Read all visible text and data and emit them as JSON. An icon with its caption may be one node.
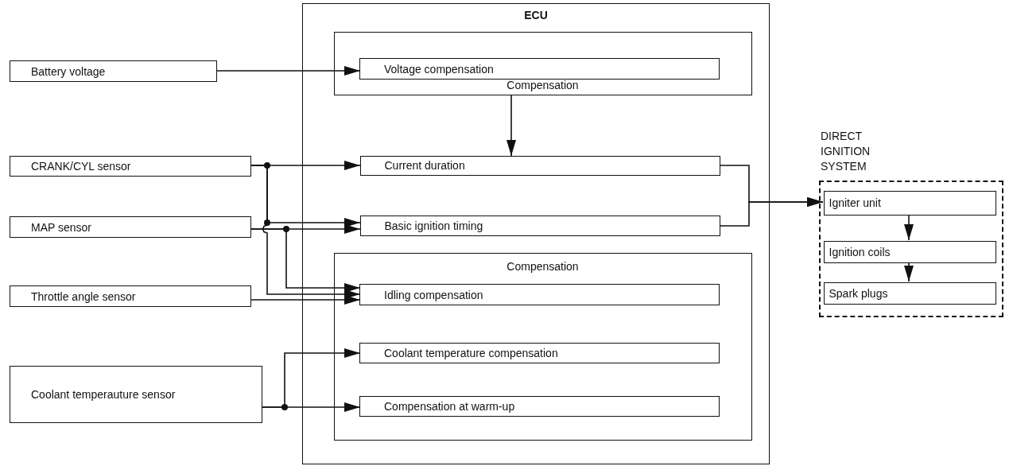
{
  "diagram": {
    "nodes": [
      {
        "text": [
          "ECU"
        ]
      },
      {
        "text": [
          "Compensation"
        ],
        "in": 0
      },
      {
        "text": [
          "Voltage compensation"
        ],
        "in": 1
      },
      {
        "text": [
          "Current duration"
        ],
        "in": 0
      },
      {
        "text": [
          "Basic ignition timing"
        ],
        "in": 0
      },
      {
        "text": [
          "Compensation"
        ],
        "in": 0
      },
      {
        "text": [
          "Idling compensation"
        ],
        "in": 5
      },
      {
        "text": [
          "Coolant temperature compensation"
        ],
        "in": 5
      },
      {
        "text": [
          "Compensation at warm-up"
        ],
        "in": 5
      },
      {
        "text": [
          "Battery voltage"
        ]
      },
      {
        "text": [
          "CRANK/CYL sensor"
        ]
      },
      {
        "text": [
          "MAP sensor"
        ]
      },
      {
        "text": [
          "Throttle angle sensor"
        ]
      },
      {
        "text": [
          "Coolant temperauture sensor"
        ]
      },
      {
        "text": [
          "DIRECT IGNITION SYSTEM"
        ]
      },
      {
        "text": [
          "Igniter unit"
        ],
        "in": 14
      },
      {
        "text": [
          "Ignition coils"
        ],
        "in": 14
      },
      {
        "text": [
          "Spark plugs"
        ],
        "in": 14
      }
    ],
    "edges": [
      {
        "from": 9,
        "to": 2,
        "arrow": "to"
      },
      {
        "from": 1,
        "to": 3,
        "arrow": "to"
      },
      {
        "from": 10,
        "to": 3,
        "arrow": "to"
      },
      {
        "from": 10,
        "to": 4,
        "arrow": "to"
      },
      {
        "from": 11,
        "to": 4,
        "arrow": "to"
      },
      {
        "from": 10,
        "to": 6,
        "arrow": "to"
      },
      {
        "from": 11,
        "to": 6,
        "arrow": "to"
      },
      {
        "from": 12,
        "to": 6,
        "arrow": "to"
      },
      {
        "from": 13,
        "to": 7,
        "arrow": "to"
      },
      {
        "from": 13,
        "to": 8,
        "arrow": "to"
      },
      {
        "from": 3,
        "to": 15,
        "arrow": "to"
      },
      {
        "from": 4,
        "to": 15,
        "arrow": "to"
      },
      {
        "from": 15,
        "to": 16,
        "arrow": "to"
      },
      {
        "from": 16,
        "to": 17,
        "arrow": "to"
      }
    ]
  }
}
